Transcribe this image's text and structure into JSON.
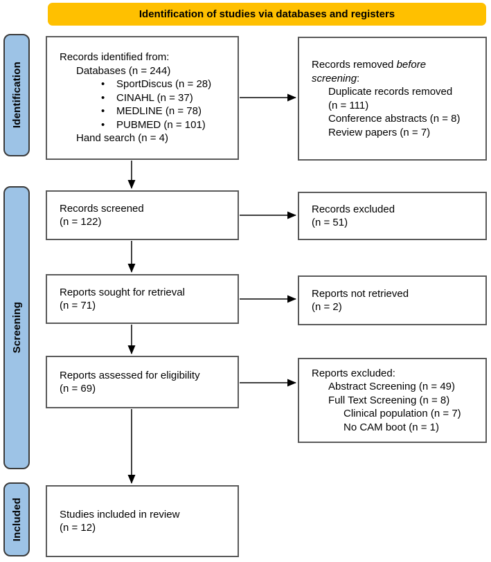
{
  "banner": {
    "text": "Identification of studies via databases and registers"
  },
  "stages": {
    "identification": "Identification",
    "screening": "Screening",
    "included": "Included"
  },
  "bullet_char": "•",
  "boxes": {
    "records_identified": {
      "title": "Records identified from:",
      "databases": "Databases (n = 244)",
      "sources": [
        "SportDiscus (n = 28)",
        "CINAHL (n = 37)",
        "MEDLINE (n = 78)",
        "PUBMED (n = 101)"
      ],
      "hand_search": "Hand search (n = 4)"
    },
    "records_removed": {
      "title_normal": "Records removed ",
      "title_italic": "before",
      "title_italic_2": "screening",
      "title_colon": ":",
      "items": [
        "Duplicate records removed",
        "(n = 111)",
        "Conference abstracts (n = 8)",
        "Review papers (n = 7)"
      ]
    },
    "records_screened": {
      "label": "Records screened",
      "count": "(n = 122)"
    },
    "records_excluded": {
      "label": "Records excluded",
      "count": "(n = 51)"
    },
    "reports_sought": {
      "label": "Reports sought for retrieval",
      "count": "(n = 71)"
    },
    "reports_not_retrieved": {
      "label": "Reports not retrieved",
      "count": "(n = 2)"
    },
    "reports_assessed": {
      "label": "Reports assessed for eligibility",
      "count": "(n = 69)"
    },
    "reports_excluded": {
      "title": "Reports excluded:",
      "level1": [
        "Abstract Screening (n = 49)",
        "Full Text Screening (n = 8)"
      ],
      "level2": [
        "Clinical population (n = 7)",
        "No CAM boot (n = 1)"
      ]
    },
    "studies_included": {
      "label": "Studies included in review",
      "count": "(n = 12)"
    }
  },
  "colors": {
    "banner_bg": "#FFC000",
    "stage_bg": "#9DC3E6",
    "stage_border": "#3A3A3A",
    "box_border": "#595959",
    "arrow": "#000000",
    "text": "#000000"
  }
}
